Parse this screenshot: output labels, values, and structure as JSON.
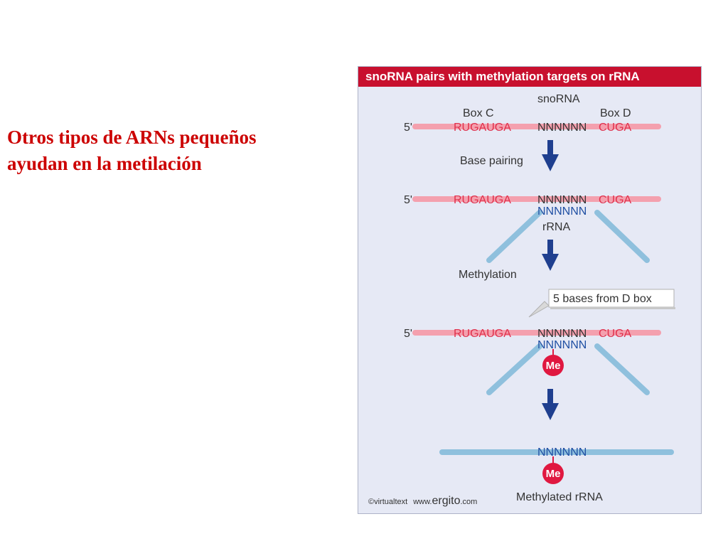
{
  "slide": {
    "title_line1": "Otros tipos de ARNs pequeños",
    "title_line2": "ayudan en la metilación"
  },
  "figure": {
    "header": "snoRNA pairs with methylation targets on rRNA",
    "snorna_label": "snoRNA",
    "box_c_label": "Box C",
    "box_d_label": "Box D",
    "five_prime": "5'",
    "box_c_seq": "RUGAUGA",
    "n_seq": "NNNNNN",
    "box_d_seq": "CUGA",
    "step1_label": "Base pairing",
    "rrna_label": "rRNA",
    "step2_label": "Methylation",
    "callout": "5 bases from D box",
    "me_label": "Me",
    "final_label": "Methylated rRNA",
    "credit_prefix": "©virtualtext",
    "credit_www": "www.",
    "credit_site": "ergito",
    "credit_suffix": ".com",
    "colors": {
      "header": "#c8102e",
      "snorna_strand": "#f4a0ae",
      "rrna_strand": "#8fc0dd",
      "red_text": "#e0304c",
      "blue_text": "#1f4fa3",
      "arrow": "#1f3f8f",
      "me_circle": "#e01840"
    }
  }
}
